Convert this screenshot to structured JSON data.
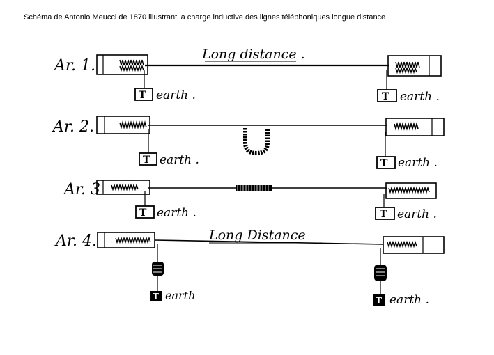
{
  "caption": "Schéma de Antonio Meucci de 1870 illustrant la charge inductive des lignes téléphoniques longue distance",
  "figures": [
    {
      "label": "Ar. 1.",
      "line_label": "Long distance .",
      "earth_left": "earth .",
      "earth_right": "earth ."
    },
    {
      "label": "Ar. 2.",
      "earth_left": "earth .",
      "earth_right": "earth ."
    },
    {
      "label": "Ar. 3",
      "earth_left": "earth .",
      "earth_right": "earth ."
    },
    {
      "label": "Ar. 4.",
      "line_label": "Long Distance",
      "earth_left": "earth",
      "earth_right": "earth ."
    }
  ],
  "terminal_letter": "T",
  "colors": {
    "ink": "#000000",
    "background": "#ffffff"
  }
}
